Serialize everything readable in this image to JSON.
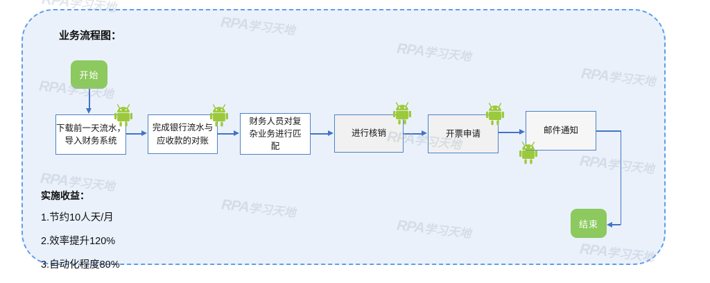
{
  "title": "业务流程图：",
  "flow": {
    "start_label": "开始",
    "end_label": "结束",
    "steps": [
      {
        "lines": [
          "下载前一天流水，",
          "导入财务系统"
        ]
      },
      {
        "lines": [
          "完成银行流水与",
          "应收款的对账"
        ]
      },
      {
        "lines": [
          "财务人员对复",
          "杂业务进行匹",
          "配"
        ]
      },
      {
        "lines": [
          "进行核销"
        ]
      },
      {
        "lines": [
          "开票申请"
        ]
      },
      {
        "lines": [
          "邮件通知"
        ]
      }
    ]
  },
  "benefits": {
    "heading": "实施收益：",
    "items": [
      "1.节约10人天/月",
      "2.效率提升120%",
      "3.自动化程度80%"
    ]
  },
  "watermark": {
    "brand": "RPA",
    "rest": "学习天地"
  },
  "colors": {
    "panel_background": "#EAF1FB",
    "dashed_border": "#5E9CEC",
    "box_border": "#4A82C6",
    "connector": "#4273C4",
    "terminal_green": "#8CC95E",
    "android_green": "#9CC93C"
  }
}
